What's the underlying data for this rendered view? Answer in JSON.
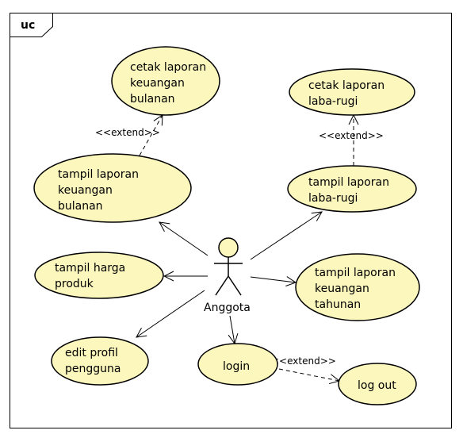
{
  "diagram": {
    "frame_label": "uc",
    "actor": {
      "name": "Anggota"
    },
    "colors": {
      "usecase_fill": "#fcf7bd",
      "actor_fill": "#fcf7bd",
      "stroke": "#000000",
      "background": "#ffffff"
    },
    "use_cases": {
      "cetak_laporan_keuangan_bulanan": [
        "cetak laporan",
        "keuangan",
        "bulanan"
      ],
      "cetak_laporan_laba_rugi": [
        "cetak laporan",
        "laba-rugi"
      ],
      "tampil_laporan_keuangan_bulanan": [
        "tampil laporan",
        "keuangan",
        "bulanan"
      ],
      "tampil_laporan_laba_rugi": [
        "tampil laporan",
        "laba-rugi"
      ],
      "tampil_harga_produk": [
        "tampil harga",
        "produk"
      ],
      "tampil_laporan_keuangan_tahunan": [
        "tampil laporan",
        "keuangan",
        "tahunan"
      ],
      "edit_profil_pengguna": [
        "edit profil",
        "pengguna"
      ],
      "login": [
        "login"
      ],
      "log_out": [
        "log out"
      ]
    },
    "extend_label": "<<extend>>"
  }
}
